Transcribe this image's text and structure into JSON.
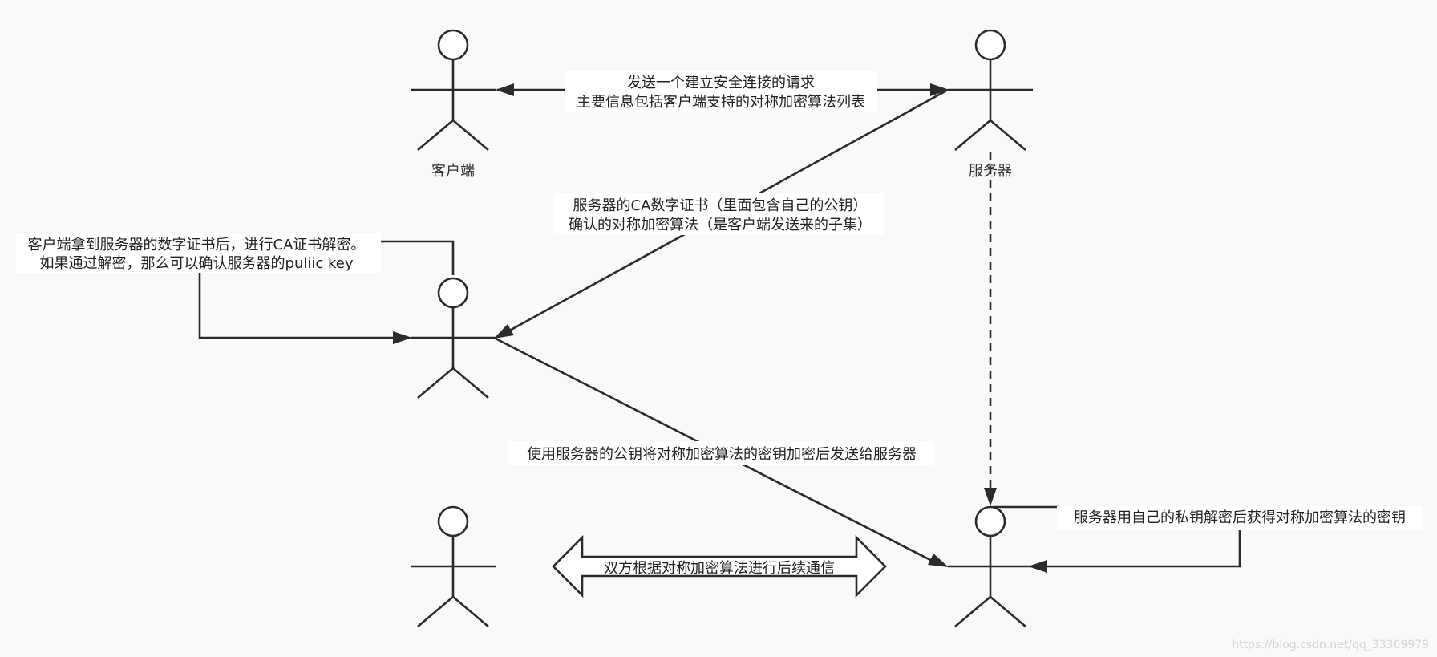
{
  "actors": {
    "client_top": "客户端",
    "server_top": "服务器"
  },
  "messages": {
    "handshake_line1": "发送一个建立安全连接的请求",
    "handshake_line2": "主要信息包括客户端支持的对称加密算法列表",
    "cert_line1": "服务器的CA数字证书（里面包含自己的公钥）",
    "cert_line2": "确认的对称加密算法（是客户端发送来的子集）",
    "client_verify_line1": "客户端拿到服务器的数字证书后，进行CA证书解密。",
    "client_verify_line2": "如果通过解密，那么可以确认服务器的puliic key",
    "send_key": "使用服务器的公钥将对称加密算法的密钥加密后发送给服务器",
    "server_decrypt": "服务器用自己的私钥解密后获得对称加密算法的密钥",
    "both_comm": "双方根据对称加密算法进行后续通信"
  },
  "watermark": "https://blog.csdn.net/qq_33369979"
}
